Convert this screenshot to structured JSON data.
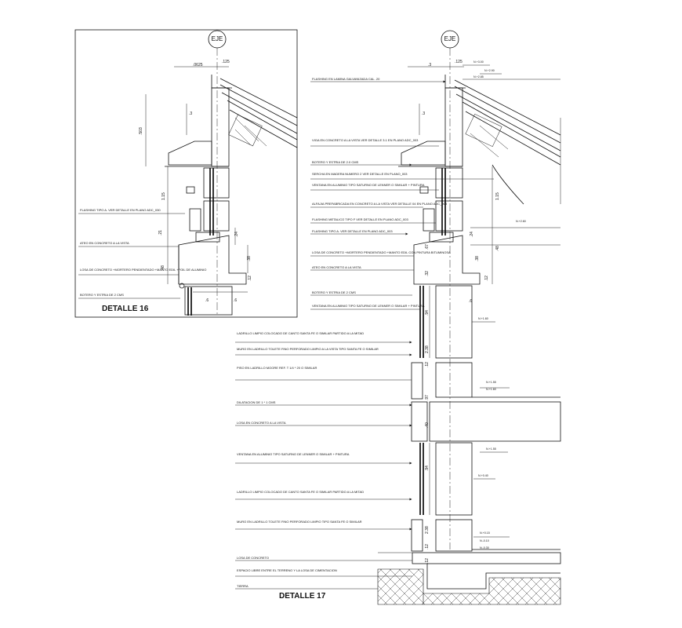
{
  "detalle16": {
    "title": "DETALLE 16",
    "axis_label": "EJE",
    "dims": {
      "top_a": ".0625",
      "top_b": ".125",
      "roof_h": ".503",
      "post_h": "1.15",
      "small_3": ".3",
      "d21": ".21",
      "d24": ".24",
      "d38": ".38",
      "d48": ".48",
      "d12": ".12",
      "d6a": ".6",
      "d6b": ".6"
    },
    "notes": [
      "FLASHING TIPO A. VER DETALLE EN PLANO ADC_030",
      "ATEO EN CONCRETO A LA VISTA",
      "LOSA DE CONCRETO +MORTERO PENDIENTADO +MANTO EDIL +FOIL DE ALUMINIO",
      "BOTERO Y ESTRIA DE 2 CMS"
    ]
  },
  "detalle17": {
    "title": "DETALLE 17",
    "axis_label": "EJE",
    "dims": {
      "top_a": ".3",
      "top_b": ".125",
      "small_3": ".3",
      "post_h": "1.15",
      "d24": ".24",
      "d38": ".38",
      "d48": ".48",
      "d67": ".67",
      "d32": ".32",
      "d12a": ".12",
      "d6": ".6",
      "d94a": ".94",
      "d238a": "2.38",
      "d12b": ".12",
      "d97": ".97",
      "d40": ".40",
      "d94b": ".94",
      "d238b": "2.38",
      "d12c": ".12",
      "d12d": ".12"
    },
    "notes": [
      "FLASHING EN LAMINA GALVANIZADA CAL. 20",
      "VIGA EN CONCRETO A LA VISTA VER DETALLE 3.1 EN PLANO ADC_003",
      "BOTERO Y ESTRIA DE 2.0 CMS",
      "SERCHA EN MADERA NUMERO 2 VER DETALLE EN PLANO_003",
      "VENTANA EN ALUMINIO TIPO SATURNO DE LENNER O SIMILAR + PINTURA",
      "ALFAJIA PREFABRICADA EN CONCRETO A LA VISTA VER DETALLE 04 EN PLANO ADC_003",
      "FLASHING METALICO TIPO F VER DETALLE EN PLANO ADC_003",
      "FLASHING TIPO A. VER DETALLE EN PLANO ADC_003",
      "LOSA DE CONCRETO +MORTERO PENDIENTADO +MANTO EDIL CON PINTURA BITUMINOSA",
      "ATEO EN CONCRETO A LA VISTA",
      "BOTERO Y ESTRIA DE 2 CMS",
      "VENTANA EN ALUMINIO TIPO SATURNO DE LENNER O SIMILAR + PINTURA",
      "LADRILLO LIMPIO COLOCADO DE CANTO SANTA FE O SIMILAR PARTIDO A LA MITAD",
      "MURO EN LADRILLO TOLETE FINO PERFORADO LIMPIO A LA VISTA TIPO SANTA FE O SIMILAR",
      "PISO EN LADRILLO MOORE REF. T 1/4 * 20 O SIMILAR",
      "DILATACION DE 1 * 1 CMS",
      "LOSA EN CONCRETO A LA VISTA",
      "VENTANA EN ALUMINIO TIPO SATURNO DE LENNER O SIMILAR + PINTURA",
      "LADRILLO LIMPIO COLOCADO DE CANTO SANTA FE O SIMILAR PARTIDO A LA MITAD",
      "MURO EN LADRILLO TOLETE FINO PERFORADO LIMPIO TIPO SANTA FE O SIMILAR",
      "LOSA DE CONCRETO",
      "ESPACIO LIBRE ENTRE EL TERRENO Y LA LOSA DE CIMENTACION",
      "TIERRA"
    ],
    "level_tags": [
      "N.+3.00",
      "N.+2.90",
      "N.+2.85",
      "N.+2.60",
      "N.+1.60",
      "N.+1.55",
      "N.+1.60",
      "N.+1.55",
      "N.+0.40",
      "N.+0.15",
      "N.-0.10",
      "N.-0.30"
    ]
  }
}
